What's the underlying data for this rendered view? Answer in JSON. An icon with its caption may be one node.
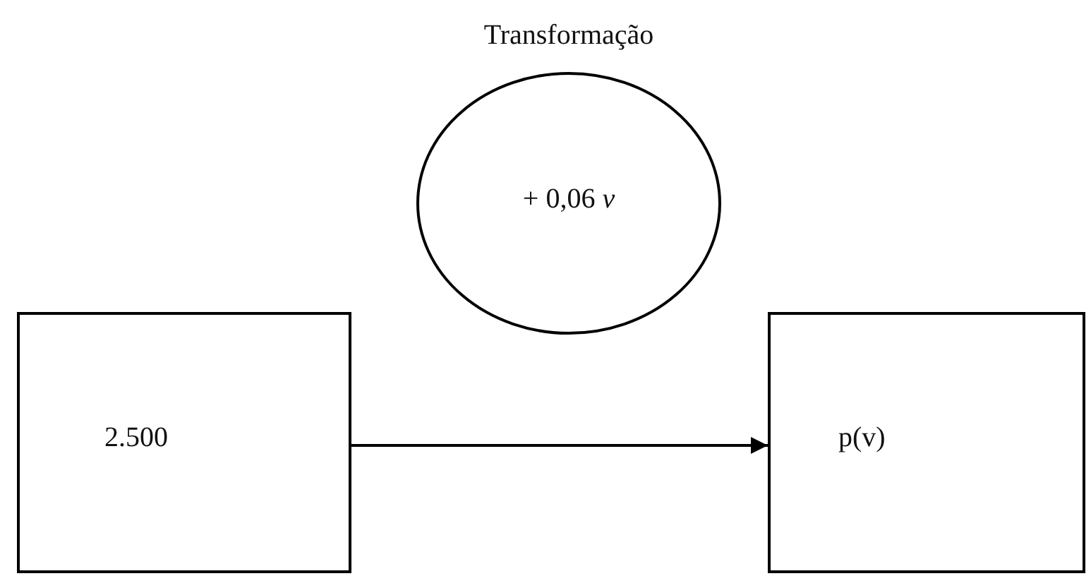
{
  "diagram": {
    "nodes": [
      {
        "text": [
          "Transformação",
          "+ 0,06 *v*"
        ]
      },
      {
        "text": [
          "2.500"
        ]
      },
      {
        "text": [
          "p(v)"
        ]
      }
    ],
    "edges": [
      {
        "from": 1,
        "to": 2,
        "arrow": "to"
      }
    ]
  }
}
